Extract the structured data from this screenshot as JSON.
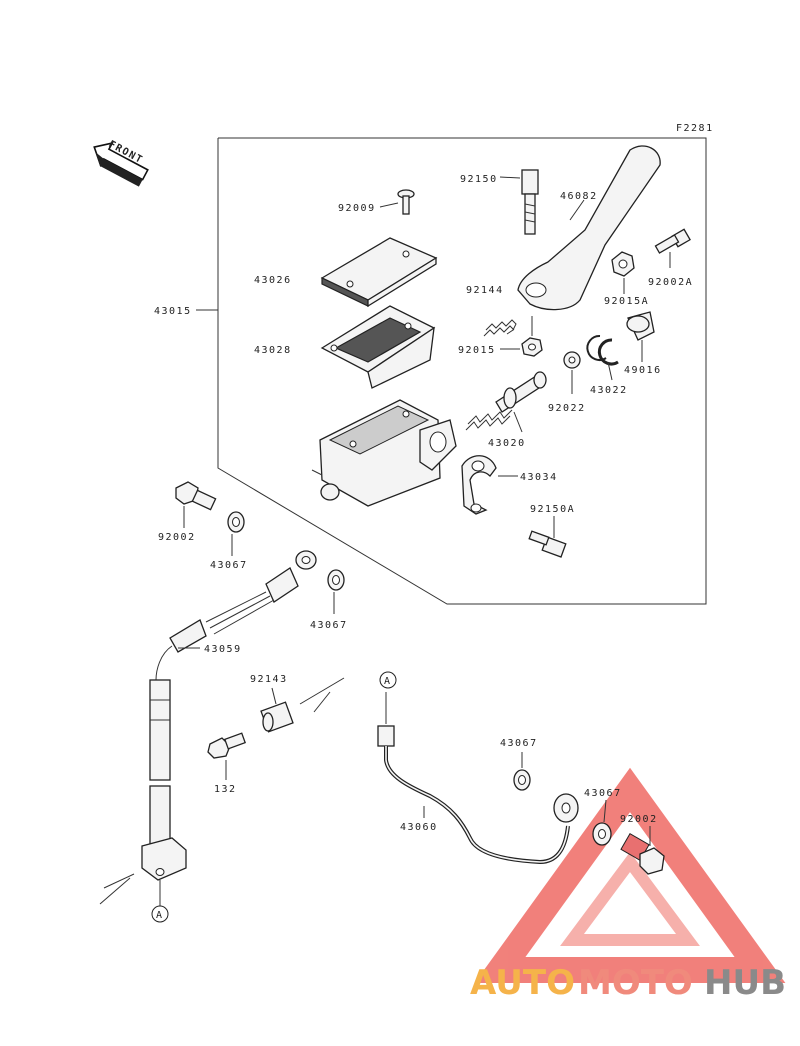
{
  "diagram_code": "F2281",
  "front_label": "FRONT",
  "labels": {
    "p92150": "92150",
    "p46082": "46082",
    "p92009": "92009",
    "p43026": "43026",
    "p43015": "43015",
    "p43028": "43028",
    "p92144": "92144",
    "p92015": "92015",
    "p92002a": "92002A",
    "p92015a": "92015A",
    "p49016": "49016",
    "p92022": "92022",
    "p43022": "43022",
    "p43020": "43020",
    "p43034": "43034",
    "p92150a": "92150A",
    "p92002_top": "92002",
    "p43067_a": "43067",
    "p43067_b": "43067",
    "p43059": "43059",
    "p92143": "92143",
    "p132": "132",
    "p43067_c": "43067",
    "p43067_d": "43067",
    "p92002_bot": "92002",
    "p43060": "43060",
    "ref_a_top": "A",
    "ref_a_bot": "A"
  },
  "watermark": {
    "part1": "AUTO",
    "part2": "MOTO",
    "part3": "HUB",
    "colors": {
      "auto": "#f5b34a",
      "moto": "#f08a7c",
      "hub": "#8a8a8a",
      "triangle": "#ef6b64"
    }
  }
}
